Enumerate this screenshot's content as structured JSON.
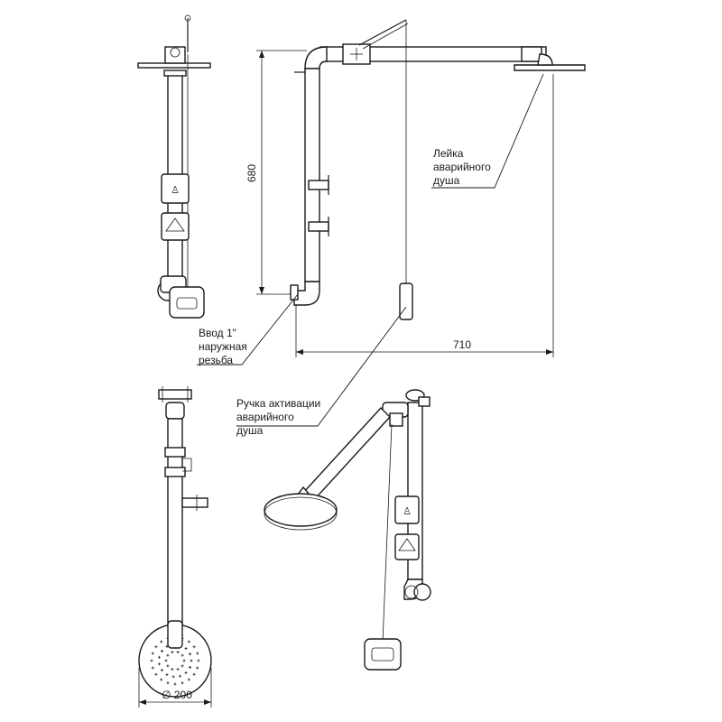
{
  "dimensions": {
    "height": "680",
    "width": "710",
    "diameter": "∅ 200"
  },
  "callouts": {
    "head": [
      "Лейка",
      "аварийного",
      "душа"
    ],
    "inlet": [
      "Ввод 1\"",
      "наружная",
      "резьба"
    ],
    "handle": [
      "Ручка активации",
      "аварийного",
      "душа"
    ]
  }
}
